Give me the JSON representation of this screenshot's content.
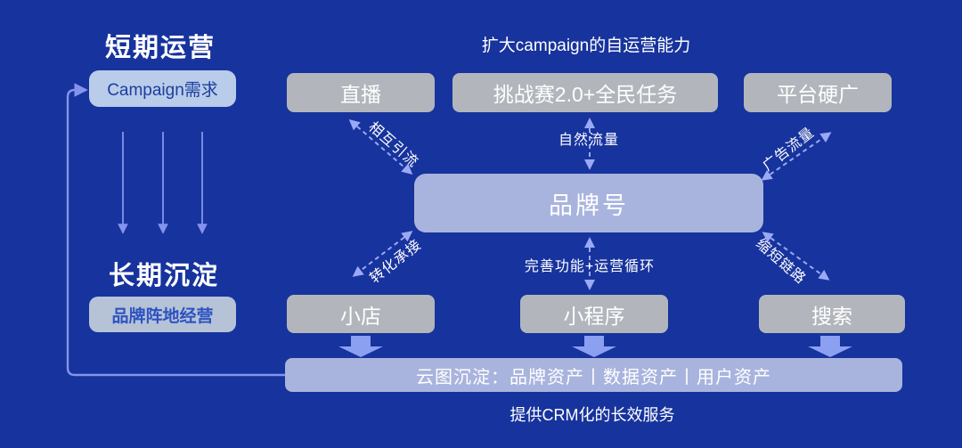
{
  "colors": {
    "bg": "#17339d",
    "box-gray": "#b2b6bc",
    "periwinkle": "#a9b4de",
    "campaign-fill": "#b9ccea",
    "campaign-text": "#1d3e9e",
    "base-fill": "#b6c3d6",
    "base-text": "#2e52c2",
    "line": "#8494ec",
    "dashed": "#9aa8f5",
    "chunky": "#8ca0f2",
    "text": "#ffffff"
  },
  "left_panel": {
    "short_term_title": "短期运营",
    "campaign_box": "Campaign需求",
    "long_term_title": "长期沉淀",
    "base_box": "品牌阵地经营"
  },
  "top": {
    "caption": "扩大campaign的自运营能力",
    "box_live": "直播",
    "box_challenge": "挑战赛2.0+全民任务",
    "box_ads": "平台硬广"
  },
  "center": {
    "brand_account": "品牌号"
  },
  "edges": {
    "mutual": "相互引流",
    "organic": "自然流量",
    "ad_traffic": "广告流量",
    "conversion": "转化承接",
    "loop": "完善功能+运营循环",
    "shorten": "缩短链路"
  },
  "bottom": {
    "box_shop": "小店",
    "box_miniapp": "小程序",
    "box_search": "搜索",
    "bar": "云图沉淀：品牌资产丨数据资产丨用户资产",
    "caption": "提供CRM化的长效服务"
  }
}
